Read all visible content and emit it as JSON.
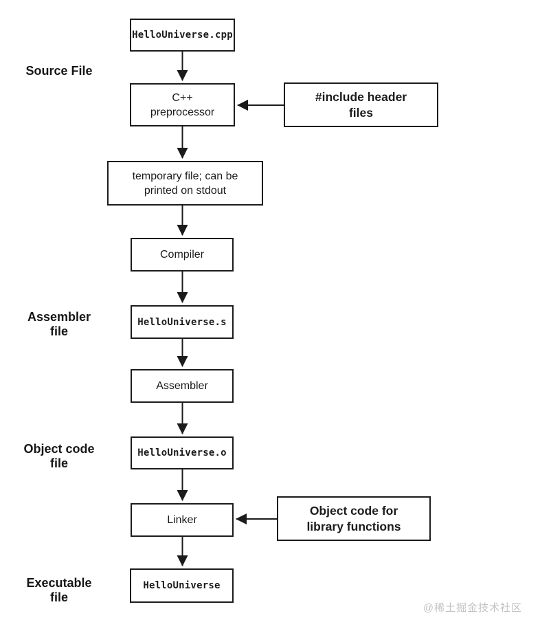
{
  "diagram": {
    "side_labels": {
      "source_file": {
        "line1": "Source File"
      },
      "assembler_file": {
        "line1": "Assembler",
        "line2": "file"
      },
      "object_code_file": {
        "line1": "Object code",
        "line2": "file"
      },
      "executable_file": {
        "line1": "Executable",
        "line2": "file"
      }
    },
    "nodes": {
      "cpp_file": {
        "label": "HelloUniverse.cpp"
      },
      "preprocessor": {
        "line1": "C++",
        "line2": "preprocessor"
      },
      "include_headers": {
        "line1": "#include header",
        "line2": "files"
      },
      "temp_file": {
        "line1": "temporary file; can be",
        "line2": "printed on stdout"
      },
      "compiler": {
        "label": "Compiler"
      },
      "asm_file": {
        "label": "HelloUniverse.s"
      },
      "assembler": {
        "label": "Assembler"
      },
      "obj_file": {
        "label": "HelloUniverse.o"
      },
      "linker": {
        "label": "Linker"
      },
      "lib_objects": {
        "line1": "Object code for",
        "line2": "library functions"
      },
      "exe_file": {
        "label": "HelloUniverse"
      }
    },
    "watermark": "@稀土掘金技术社区",
    "colors": {
      "line": "#1b1b1b",
      "background": "#ffffff",
      "watermark": "#c2c2c2"
    }
  }
}
